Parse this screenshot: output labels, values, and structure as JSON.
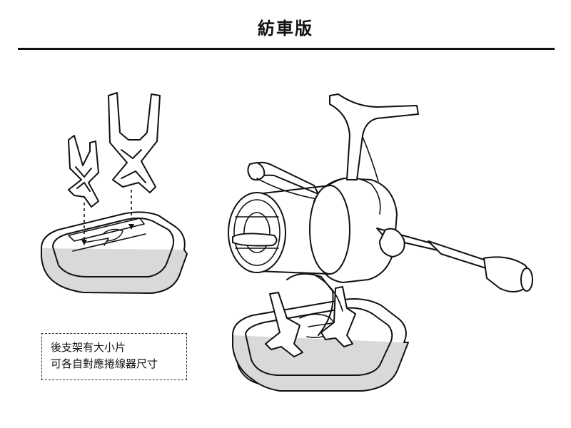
{
  "header": {
    "title": "紡車版"
  },
  "note": {
    "line1": "後支架有大小片",
    "line2": "可各自對應捲線器尺寸"
  },
  "colors": {
    "ink": "#111111",
    "paper": "#ffffff",
    "shade": "#d9d9d9"
  },
  "icons": {
    "parts": "stand-parts-illustration",
    "assembled": "spinning-reel-on-stand-illustration"
  }
}
